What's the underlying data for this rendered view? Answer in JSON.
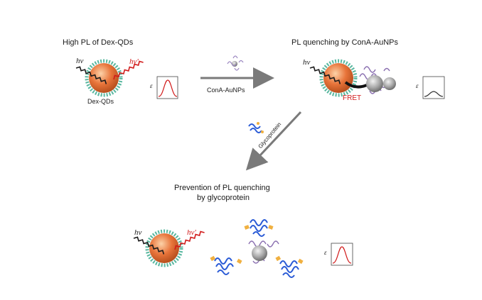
{
  "panel_top_left": {
    "title": "High PL of Dex-QDs",
    "qd_label": "Dex-QDs",
    "excitation": "hν",
    "emission": "hν'"
  },
  "panel_top_right": {
    "title": "PL quenching by ConA-AuNPs",
    "excitation": "hν",
    "fret_label": "FRET"
  },
  "arrow_horizontal": {
    "label": "ConA-AuNPs"
  },
  "arrow_diagonal": {
    "label": "Glycoprotein"
  },
  "panel_bottom": {
    "title_line1": "Prevention of PL quenching",
    "title_line2": "by glycoprotein",
    "excitation": "hν",
    "emission": "hν'"
  },
  "spectra": {
    "axis_symbol": "ε"
  },
  "colors": {
    "qd_core": "#e8743a",
    "ligand": "#5ab8a0",
    "emission_red": "#d11a1a",
    "au_gray": "#9a9a9a",
    "cona_purple": "#8a6fb0",
    "glyco_blue": "#2a5bd6",
    "sugar_orange": "#f0b040"
  }
}
